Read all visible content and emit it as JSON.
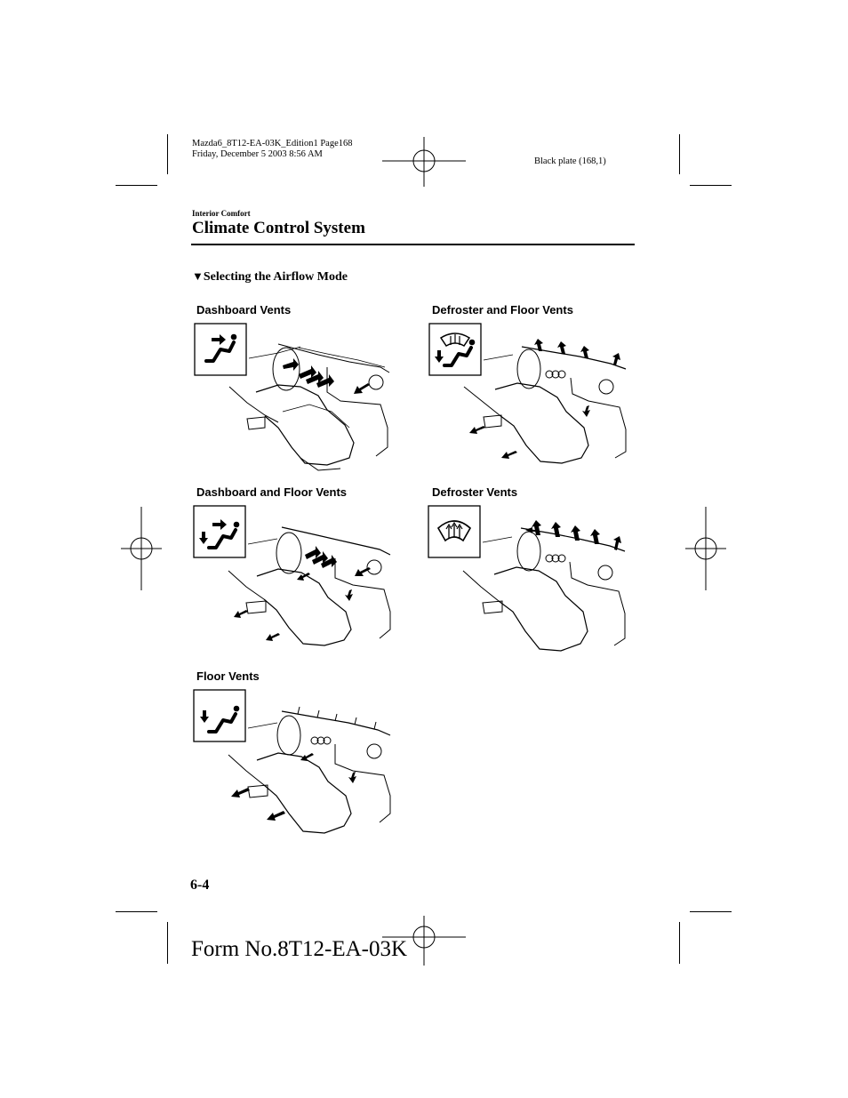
{
  "print_meta": {
    "line1": "Mazda6_8T12-EA-03K_Edition1 Page168",
    "line2": "Friday, December 5 2003 8:56 AM",
    "plate": "Black plate (168,1)"
  },
  "header": {
    "section": "Interior Comfort",
    "title": "Climate Control System"
  },
  "subheading": {
    "marker": "▼",
    "text": "Selecting the Airflow Mode"
  },
  "panels": [
    {
      "label": "Dashboard Vents",
      "icon": "dashboard-vents-icon"
    },
    {
      "label": "Defroster and Floor Vents",
      "icon": "defroster-floor-vents-icon"
    },
    {
      "label": "Dashboard and Floor Vents",
      "icon": "dashboard-floor-vents-icon"
    },
    {
      "label": "Defroster Vents",
      "icon": "defroster-vents-icon"
    },
    {
      "label": "Floor Vents",
      "icon": "floor-vents-icon"
    }
  ],
  "footer": {
    "page_number": "6-4",
    "form_number": "Form No.8T12-EA-03K"
  }
}
